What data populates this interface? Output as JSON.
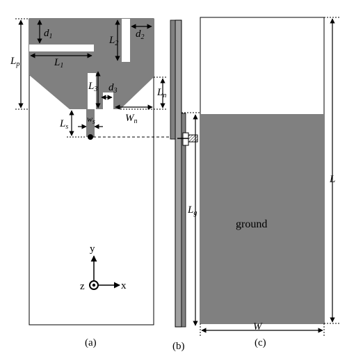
{
  "panel_a": {
    "caption": "(a)",
    "dims": {
      "d1": {
        "main": "d",
        "sub": "1"
      },
      "d2": {
        "main": "d",
        "sub": "2"
      },
      "d3": {
        "main": "d",
        "sub": "3"
      },
      "Lp": {
        "main": "L",
        "sub": "p"
      },
      "L1": {
        "main": "L",
        "sub": "1"
      },
      "L2": {
        "main": "L",
        "sub": "2"
      },
      "L3": {
        "main": "L",
        "sub": "3"
      },
      "Ln": {
        "main": "L",
        "sub": "n"
      },
      "Wn": {
        "main": "W",
        "sub": "n"
      },
      "Ls": {
        "main": "L",
        "sub": "s"
      },
      "ws": {
        "main": "w",
        "sub": "s"
      }
    },
    "axes": {
      "y": "y",
      "x": "x",
      "z": "z"
    }
  },
  "panel_b": {
    "caption": "(b)",
    "dims": {
      "Lg": {
        "main": "L",
        "sub": "g"
      }
    }
  },
  "panel_c": {
    "caption": "(c)",
    "ground_label": "ground",
    "dims": {
      "L": "L",
      "W": "W"
    }
  },
  "colors": {
    "metal": "#808080",
    "outline": "#000000",
    "substrate": "#a0a0a0"
  }
}
